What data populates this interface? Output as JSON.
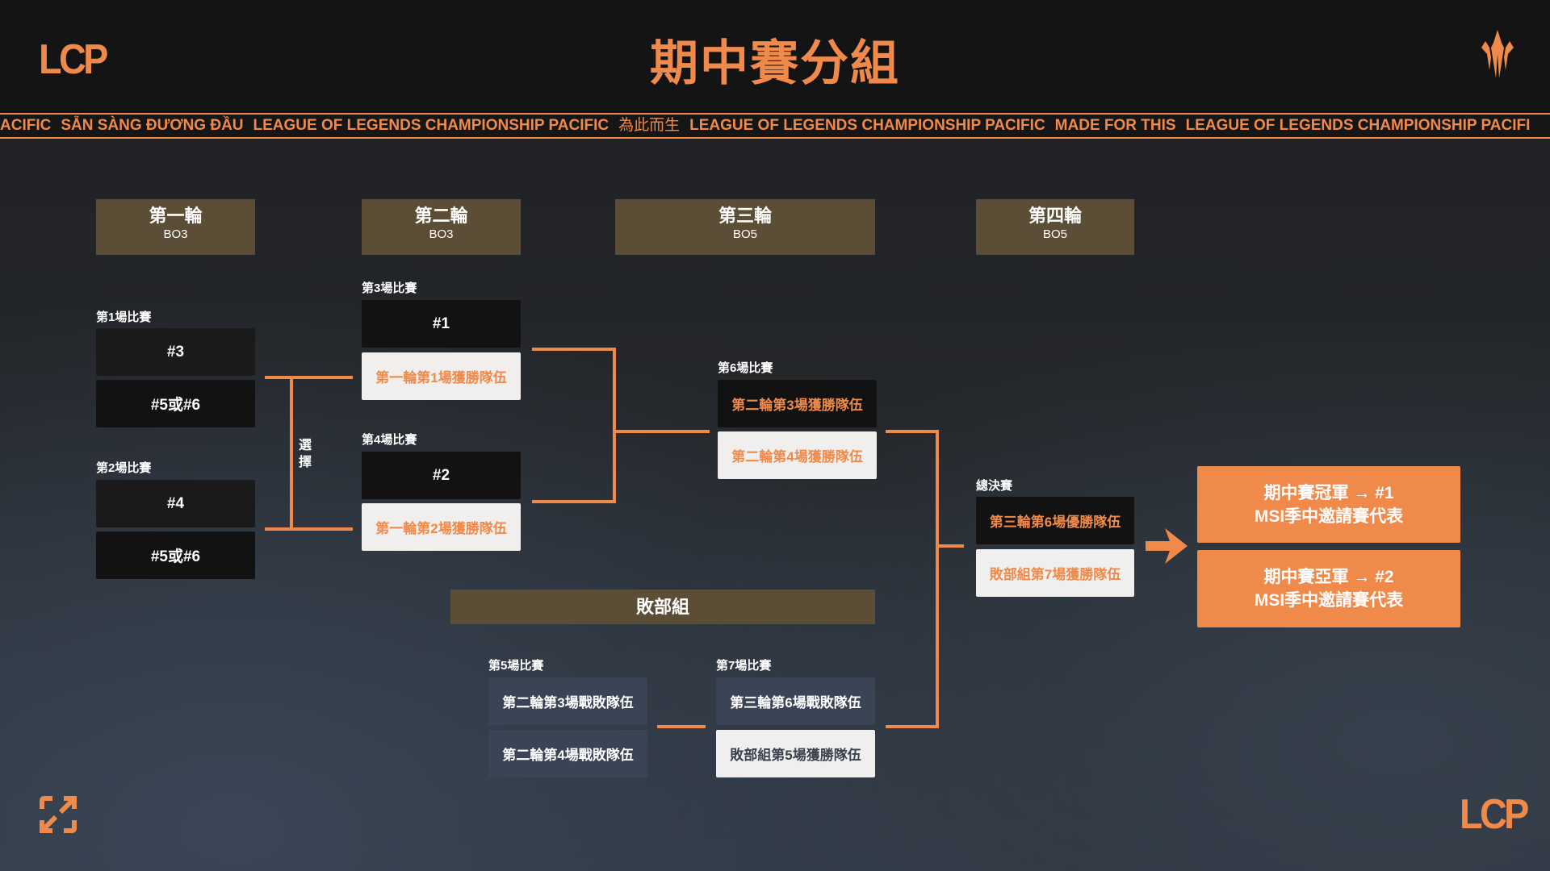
{
  "header": {
    "logo": "LCP",
    "title": "期中賽分組",
    "crest_icon": "lcp-crest-icon"
  },
  "ticker": [
    "ACIFIC",
    "SẴN SÀNG ĐƯƠNG ĐẦU",
    "LEAGUE OF LEGENDS CHAMPIONSHIP PACIFIC",
    "為此而生",
    "LEAGUE OF LEGENDS CHAMPIONSHIP PACIFIC",
    "MADE FOR THIS",
    "LEAGUE OF LEGENDS CHAMPIONSHIP PACIFI"
  ],
  "rounds": [
    {
      "title": "第一輪",
      "format": "BO3"
    },
    {
      "title": "第二輪",
      "format": "BO3"
    },
    {
      "title": "第三輪",
      "format": "BO5"
    },
    {
      "title": "第四輪",
      "format": "BO5"
    }
  ],
  "matches": {
    "m1": {
      "label": "第1場比賽",
      "teams": [
        "#3",
        "#5或#6"
      ]
    },
    "m2": {
      "label": "第2場比賽",
      "teams": [
        "#4",
        "#5或#6"
      ]
    },
    "choose": "選擇",
    "m3": {
      "label": "第3場比賽",
      "teams": [
        "#1",
        "第一輪第1場獲勝隊伍"
      ]
    },
    "m4": {
      "label": "第4場比賽",
      "teams": [
        "#2",
        "第一輪第2場獲勝隊伍"
      ]
    },
    "m6": {
      "label": "第6場比賽",
      "teams": [
        "第二輪第3場獲勝隊伍",
        "第二輪第4場獲勝隊伍"
      ]
    },
    "final": {
      "label": "總決賽",
      "teams": [
        "第三輪第6場優勝隊伍",
        "敗部組第7場獲勝隊伍"
      ]
    },
    "losers_title": "敗部組",
    "m5": {
      "label": "第5場比賽",
      "teams": [
        "第二輪第3場戰敗隊伍",
        "第二輪第4場戰敗隊伍"
      ]
    },
    "m7": {
      "label": "第7場比賽",
      "teams": [
        "第三輪第6場戰敗隊伍",
        "敗部組第5場獲勝隊伍"
      ]
    }
  },
  "results": [
    {
      "line1": "期中賽冠軍 → #1",
      "line2": "MSI季中邀請賽代表"
    },
    {
      "line1": "期中賽亞軍 → #2",
      "line2": "MSI季中邀請賽代表"
    }
  ],
  "footer": {
    "logo": "LCP",
    "expand_icon": "expand-icon"
  },
  "colors": {
    "accent": "#f08a4b",
    "round_header": "#5c4e36",
    "losers_box": "#3a4454"
  }
}
